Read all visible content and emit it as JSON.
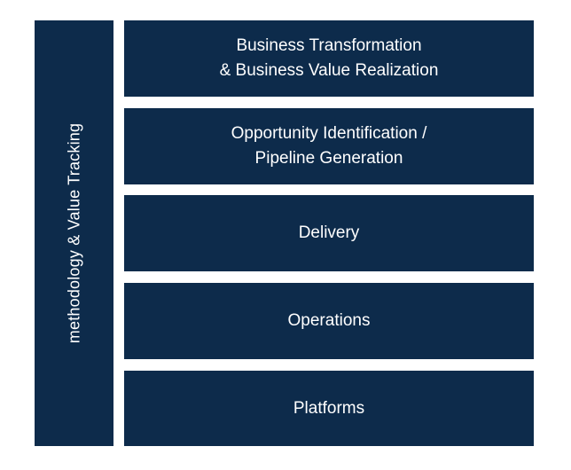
{
  "colors": {
    "block_fill": "#0d2b4b",
    "text": "#ffffff",
    "background": "#ffffff"
  },
  "side_column": {
    "label": "methodology & Value Tracking"
  },
  "layers": [
    {
      "label": "Business Transformation\n& Business Value Realization"
    },
    {
      "label": "Opportunity Identification /\nPipeline Generation"
    },
    {
      "label": "Delivery"
    },
    {
      "label": "Operations"
    },
    {
      "label": "Platforms"
    }
  ]
}
